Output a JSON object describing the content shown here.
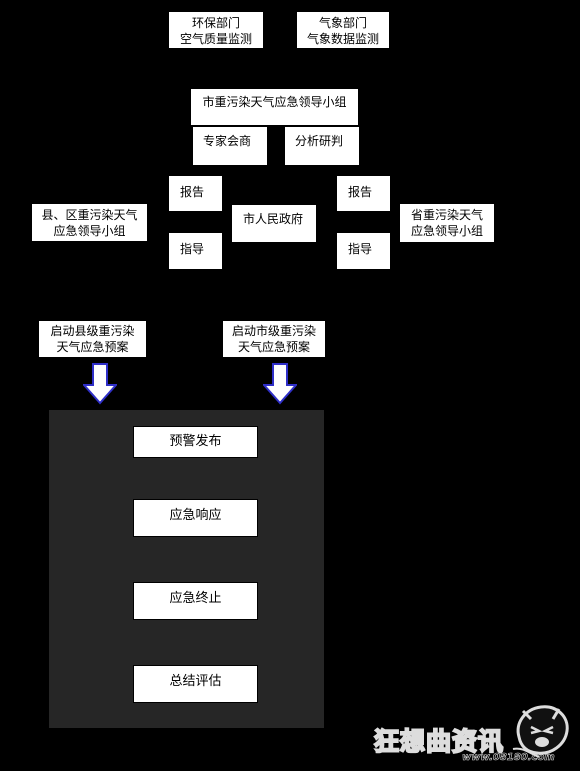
{
  "nodes": {
    "env_dept": {
      "line1": "环保部门",
      "line2": "空气质量监测"
    },
    "met_dept": {
      "line1": "气象部门",
      "line2": "气象数据监测"
    },
    "city_leading_group": "市重污染天气应急领导小组",
    "expert_consult": "专家会商",
    "analysis": "分析研判",
    "report_left": "报告",
    "guide_left": "指导",
    "county_group": {
      "line1": "县、区重污染天气",
      "line2": "应急领导小组"
    },
    "city_gov": "市人民政府",
    "report_right": "报告",
    "guide_right": "指导",
    "province_group": {
      "line1": "省重污染天气",
      "line2": "应急领导小组"
    },
    "start_county_plan": {
      "line1": "启动县级重污染",
      "line2": "天气应急预案"
    },
    "start_city_plan": {
      "line1": "启动市级重污染",
      "line2": "天气应急预案"
    }
  },
  "process_steps": [
    "预警发布",
    "应急响应",
    "应急终止",
    "总结评估"
  ],
  "watermark": {
    "brand": "狂想曲资讯",
    "url": "www.08180.com"
  },
  "colors": {
    "background": "#000000",
    "panel": "#262626",
    "box": "#ffffff",
    "arrow_outline": "#2f2fc8",
    "watermark": "#e0d8d8"
  }
}
